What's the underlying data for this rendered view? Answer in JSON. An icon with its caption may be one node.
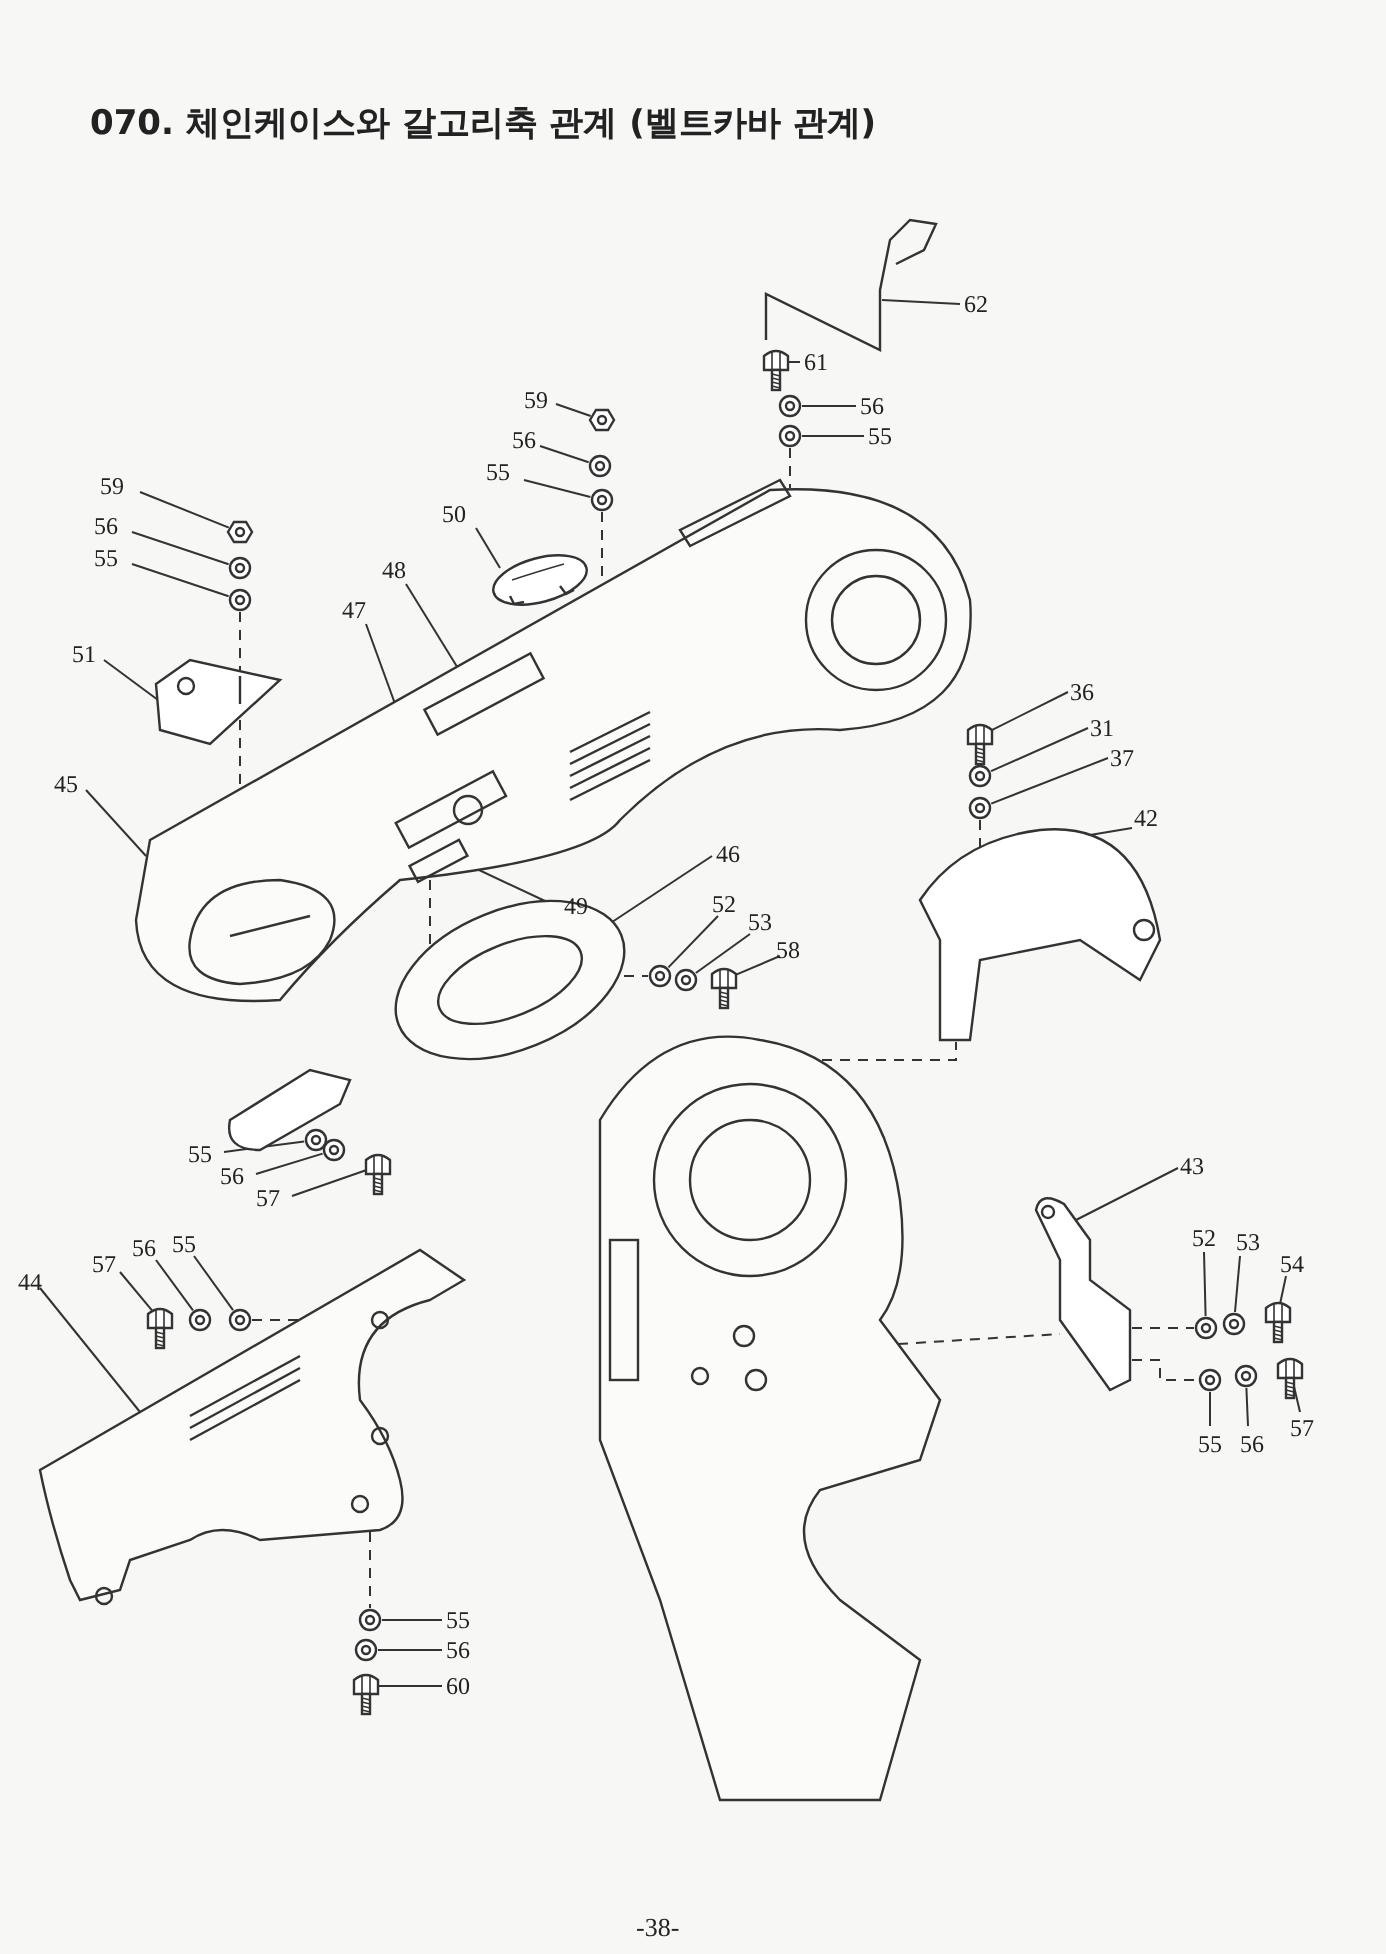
{
  "diagram": {
    "title": "070. 체인케이스와 갈고리축 관계 (벨트카바 관계)",
    "nodes": [
      {
        "text": [
          "62"
        ]
      },
      {
        "text": [
          "61"
        ]
      },
      {
        "text": [
          "56"
        ]
      },
      {
        "text": [
          "55"
        ]
      },
      {
        "text": [
          "59"
        ]
      },
      {
        "text": [
          "56"
        ]
      },
      {
        "text": [
          "55"
        ]
      },
      {
        "text": [
          "50"
        ]
      },
      {
        "text": [
          "48"
        ]
      },
      {
        "text": [
          "47"
        ]
      },
      {
        "text": [
          "59"
        ]
      },
      {
        "text": [
          "56"
        ]
      },
      {
        "text": [
          "55"
        ]
      },
      {
        "text": [
          "51"
        ]
      },
      {
        "text": [
          "45"
        ]
      },
      {
        "text": [
          "49"
        ]
      },
      {
        "text": [
          "46"
        ]
      },
      {
        "text": [
          "52"
        ]
      },
      {
        "text": [
          "53"
        ]
      },
      {
        "text": [
          "58"
        ]
      },
      {
        "text": [
          "36"
        ]
      },
      {
        "text": [
          "31"
        ]
      },
      {
        "text": [
          "37"
        ]
      },
      {
        "text": [
          "42"
        ]
      },
      {
        "text": [
          "43"
        ]
      },
      {
        "text": [
          "52"
        ]
      },
      {
        "text": [
          "53"
        ]
      },
      {
        "text": [
          "54"
        ]
      },
      {
        "text": [
          "55"
        ]
      },
      {
        "text": [
          "56"
        ]
      },
      {
        "text": [
          "57"
        ]
      },
      {
        "text": [
          "55"
        ]
      },
      {
        "text": [
          "56"
        ]
      },
      {
        "text": [
          "57"
        ]
      },
      {
        "text": [
          "44"
        ]
      },
      {
        "text": [
          "57"
        ]
      },
      {
        "text": [
          "56"
        ]
      },
      {
        "text": [
          "55"
        ]
      },
      {
        "text": [
          "55"
        ]
      },
      {
        "text": [
          "56"
        ]
      },
      {
        "text": [
          "60"
        ]
      },
      {
        "text": [],
        "shape": "picture"
      },
      {
        "text": [],
        "shape": "picture"
      },
      {
        "text": [],
        "shape": "circle"
      },
      {
        "text": [],
        "shape": "circle"
      },
      {
        "text": [],
        "shape": "picture"
      },
      {
        "text": [],
        "shape": "circle"
      },
      {
        "text": [],
        "shape": "circle"
      },
      {
        "text": [],
        "shape": "picture"
      },
      {
        "text": [],
        "shape": "box",
        "in": 55
      },
      {
        "text": [],
        "shape": "box",
        "in": 55
      },
      {
        "text": [],
        "shape": "picture"
      },
      {
        "text": [],
        "shape": "circle"
      },
      {
        "text": [],
        "shape": "circle"
      },
      {
        "text": [],
        "shape": "picture"
      },
      {
        "text": [],
        "shape": "picture"
      },
      {
        "text": [],
        "shape": "box",
        "in": 55
      },
      {
        "text": [],
        "shape": "picture"
      },
      {
        "text": [],
        "shape": "circle"
      },
      {
        "text": [],
        "shape": "circle"
      },
      {
        "text": [],
        "shape": "picture"
      },
      {
        "text": [],
        "shape": "picture"
      },
      {
        "text": [],
        "shape": "circle"
      },
      {
        "text": [],
        "shape": "circle"
      },
      {
        "text": [],
        "shape": "picture"
      },
      {
        "text": [],
        "shape": "picture"
      },
      {
        "text": [],
        "shape": "circle"
      },
      {
        "text": [],
        "shape": "circle"
      },
      {
        "text": [],
        "shape": "picture"
      },
      {
        "text": [],
        "shape": "circle"
      },
      {
        "text": [],
        "shape": "circle"
      },
      {
        "text": [],
        "shape": "picture"
      },
      {
        "text": [],
        "shape": "circle"
      },
      {
        "text": [],
        "shape": "circle"
      },
      {
        "text": [],
        "shape": "picture"
      },
      {
        "text": [],
        "shape": "picture"
      },
      {
        "text": [],
        "shape": "picture"
      },
      {
        "text": [],
        "shape": "circle"
      },
      {
        "text": [],
        "shape": "circle"
      },
      {
        "text": [],
        "shape": "circle"
      },
      {
        "text": [],
        "shape": "circle"
      },
      {
        "text": [],
        "shape": "picture"
      },
      {
        "text": [],
        "shape": "picture"
      }
    ],
    "edges": [
      {
        "from": 0,
        "to": 41,
        "arrow": "none"
      },
      {
        "from": 1,
        "to": 42,
        "arrow": "none"
      },
      {
        "from": 2,
        "to": 43,
        "arrow": "none"
      },
      {
        "from": 3,
        "to": 44,
        "arrow": "none"
      },
      {
        "from": 4,
        "to": 45,
        "arrow": "none"
      },
      {
        "from": 5,
        "to": 46,
        "arrow": "none"
      },
      {
        "from": 6,
        "to": 47,
        "arrow": "none"
      },
      {
        "from": 7,
        "to": 48,
        "arrow": "none"
      },
      {
        "from": 8,
        "to": 49,
        "arrow": "none"
      },
      {
        "from": 9,
        "to": 50,
        "arrow": "none"
      },
      {
        "from": 10,
        "to": 51,
        "arrow": "none"
      },
      {
        "from": 11,
        "to": 52,
        "arrow": "none"
      },
      {
        "from": 12,
        "to": 53,
        "arrow": "none"
      },
      {
        "from": 13,
        "to": 54,
        "arrow": "none"
      },
      {
        "from": 14,
        "to": 55,
        "arrow": "none"
      },
      {
        "from": 15,
        "to": 56,
        "arrow": "none"
      },
      {
        "from": 16,
        "to": 57,
        "arrow": "none"
      },
      {
        "from": 17,
        "to": 58,
        "arrow": "none"
      },
      {
        "from": 18,
        "to": 59,
        "arrow": "none"
      },
      {
        "from": 19,
        "to": 60,
        "arrow": "none"
      },
      {
        "from": 20,
        "to": 61,
        "arrow": "none"
      },
      {
        "from": 21,
        "to": 62,
        "arrow": "none"
      },
      {
        "from": 22,
        "to": 63,
        "arrow": "none"
      },
      {
        "from": 23,
        "to": 64,
        "arrow": "none"
      },
      {
        "from": 24,
        "to": 65,
        "arrow": "none"
      },
      {
        "from": 25,
        "to": 66,
        "arrow": "none"
      },
      {
        "from": 26,
        "to": 67,
        "arrow": "none"
      },
      {
        "from": 27,
        "to": 68,
        "arrow": "none"
      },
      {
        "from": 28,
        "to": 69,
        "arrow": "none"
      },
      {
        "from": 29,
        "to": 70,
        "arrow": "none"
      },
      {
        "from": 30,
        "to": 71,
        "arrow": "none"
      },
      {
        "from": 31,
        "to": 72,
        "arrow": "none"
      },
      {
        "from": 32,
        "to": 73,
        "arrow": "none"
      },
      {
        "from": 33,
        "to": 74,
        "arrow": "none"
      },
      {
        "from": 34,
        "to": 75,
        "arrow": "none"
      },
      {
        "from": 35,
        "to": 76,
        "arrow": "none"
      },
      {
        "from": 36,
        "to": 77,
        "arrow": "none"
      },
      {
        "from": 37,
        "to": 78,
        "arrow": "none"
      },
      {
        "from": 38,
        "to": 79,
        "arrow": "none"
      },
      {
        "from": 39,
        "to": 80,
        "arrow": "none"
      },
      {
        "from": 40,
        "to": 81,
        "arrow": "none"
      },
      {
        "from": 44,
        "to": 55,
        "arrow": "none",
        "style": "dashed"
      },
      {
        "from": 47,
        "to": 55,
        "arrow": "none",
        "style": "dashed"
      },
      {
        "from": 53,
        "to": 54,
        "arrow": "none",
        "style": "dashed"
      },
      {
        "from": 54,
        "to": 55,
        "arrow": "none",
        "style": "dashed"
      },
      {
        "from": 63,
        "to": 64,
        "arrow": "none",
        "style": "dashed"
      },
      {
        "from": 55,
        "to": 57,
        "arrow": "none",
        "style": "dashed"
      },
      {
        "from": 57,
        "to": 58,
        "arrow": "none",
        "style": "dashed"
      },
      {
        "from": 82,
        "to": 64,
        "arrow": "none",
        "style": "dashed"
      },
      {
        "from": 82,
        "to": 65,
        "arrow": "none",
        "style": "dashed"
      },
      {
        "from": 65,
        "to": 66,
        "arrow": "none",
        "style": "dashed"
      },
      {
        "from": 65,
        "to": 69,
        "arrow": "none",
        "style": "dashed"
      },
      {
        "from": 78,
        "to": 75,
        "arrow": "none",
        "style": "dashed"
      },
      {
        "from": 75,
        "to": 79,
        "arrow": "none",
        "style": "dashed"
      }
    ],
    "labels": [
      "-38-"
    ]
  }
}
